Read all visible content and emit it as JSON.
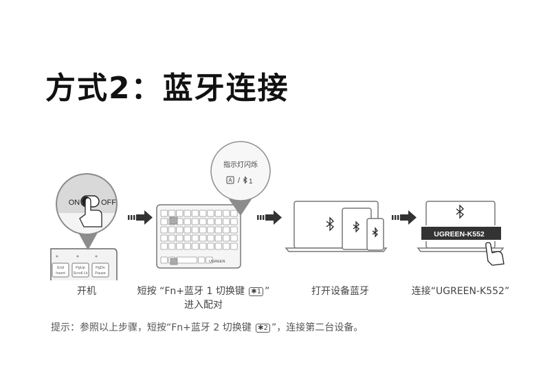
{
  "title": "方式2：蓝牙连接",
  "step1": {
    "switch_on": "ON",
    "switch_off": "OFF",
    "keys": [
      "End",
      "Insert",
      "PgUp",
      "Scroll Lk",
      "PgDn",
      "Pause"
    ],
    "caption": "开机"
  },
  "step2": {
    "bubble_title": "指示灯闪烁",
    "bubble_key": "A",
    "bubble_num": "1",
    "keyboard_brand": "UGREEN",
    "caption_line1_pre": "短按 “Fn+蓝牙 1 切换键 ",
    "caption_key": "1",
    "caption_line1_post": "”",
    "caption_line2": "进入配对"
  },
  "step3": {
    "caption": "打开设备蓝牙"
  },
  "step4": {
    "device_name": "UGREEN-K552",
    "caption": "连接“UGREEN-K552”"
  },
  "note": {
    "pre": "提示：参照以上步骤，短按“Fn+蓝牙 2 切换键 ",
    "key": "2",
    "post": "”，连接第二台设备。"
  }
}
